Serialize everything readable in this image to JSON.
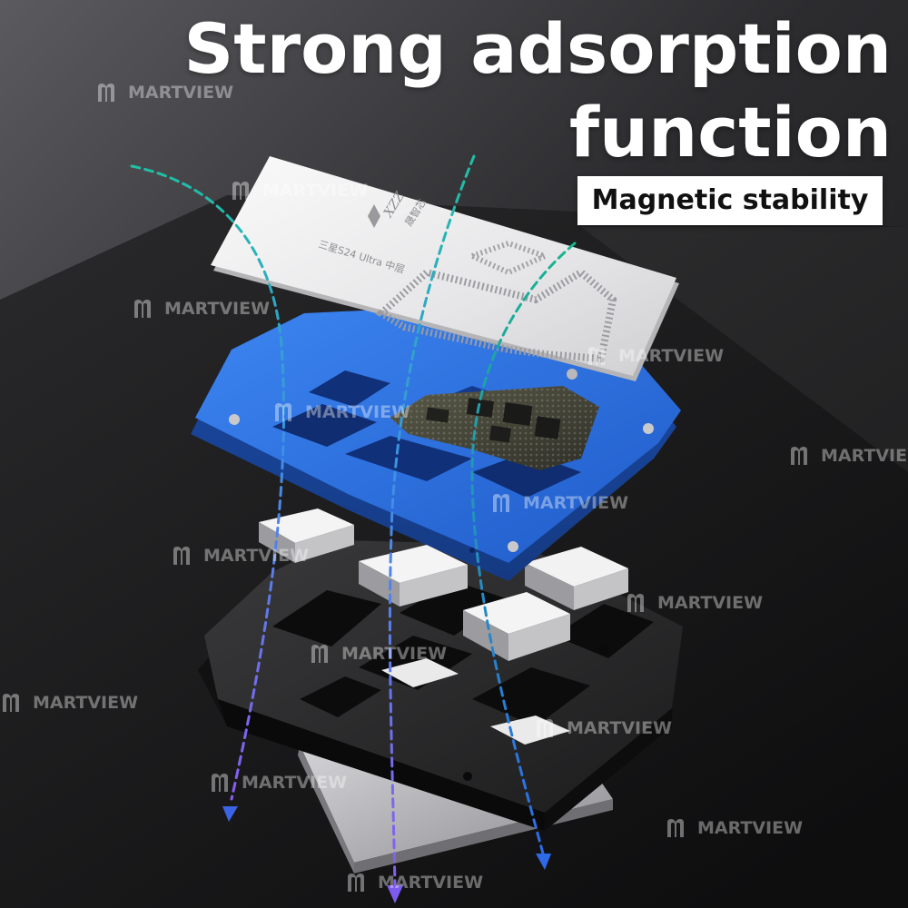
{
  "headline": {
    "line1": "Strong adsorption",
    "line2": "function"
  },
  "badge": "Magnetic stability",
  "stencil": {
    "brand": "XZZ",
    "brand_cn": "晟智芯",
    "model": "三星S24 Ultra 中层"
  },
  "watermark": {
    "text": "MARTVIEW",
    "icon": "martview-m-logo-icon"
  },
  "colors": {
    "background": "#1b1b1d",
    "bracket_blue": "#2f6fe0",
    "base_black": "#262626",
    "stencil_steel": "#e8e8e8",
    "field_line_teal": "#21b9a3",
    "field_line_purple": "#8a63e8"
  }
}
